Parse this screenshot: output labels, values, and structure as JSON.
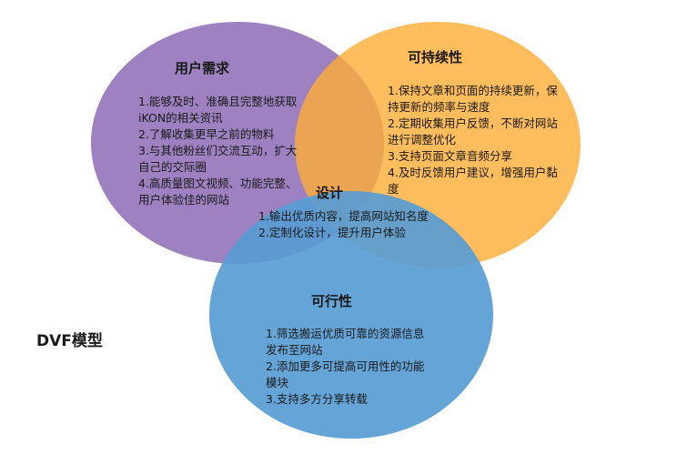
{
  "diagram": {
    "model_label": "DVF模型",
    "demand": {
      "title": "用户需求",
      "color": "#8462b0",
      "items": [
        "1.能够及时、准确且完整地获取iKON的相关资讯",
        "2.了解收集更早之前的物料",
        "3.与其他粉丝们交流互动，扩大自己的交际圈",
        "4.高质量图文视频、功能完整、用户体验佳的网站"
      ]
    },
    "sustain": {
      "title": "可持续性",
      "color": "#ffac35",
      "items": [
        "1.保持文章和页面的持续更新，保持更新的频率与速度",
        "2.定期收集用户反馈，不断对网站进行调整优化",
        "3.支持页面文章音频分享",
        "4.及时反馈用户建议，增强用户黏度"
      ]
    },
    "design": {
      "title": "设计",
      "items": [
        "1.输出优质内容，提高网站知名度",
        "2.定制化设计，提升用户体验"
      ]
    },
    "feasible": {
      "title": "可行性",
      "color": "#589cd4",
      "items": [
        "1.筛选搬运优质可靠的资源信息发布至网站",
        "2.添加更多可提高可用性的功能模块",
        "3.支持多方分享转载"
      ]
    }
  }
}
